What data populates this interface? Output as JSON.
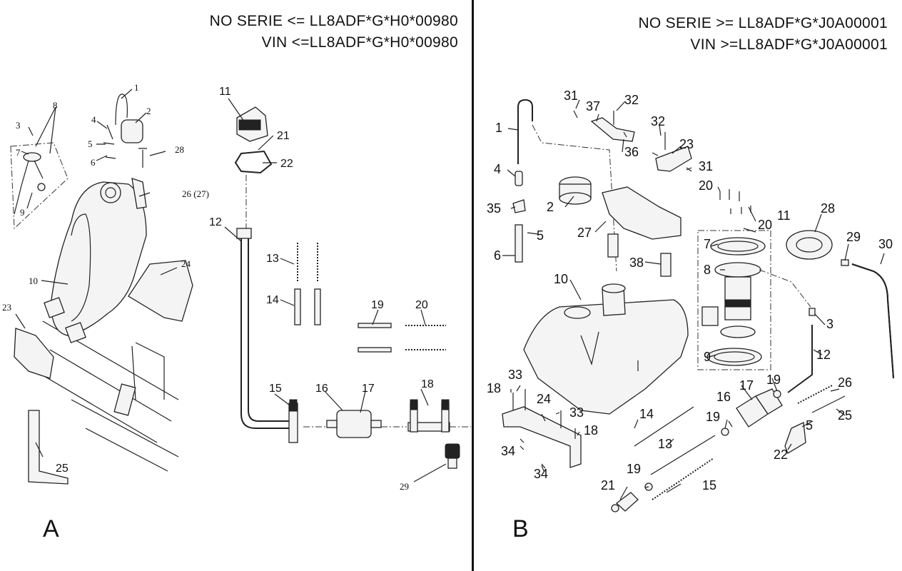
{
  "panel_a": {
    "header_line1": "NO SERIE <= LL8ADF*G*H0*00980",
    "header_line2": "VIN <=LL8ADF*G*H0*00980",
    "letter": "A",
    "callouts": [
      "1",
      "2",
      "3",
      "4",
      "5",
      "6",
      "7",
      "8",
      "9",
      "10",
      "23",
      "24",
      "25",
      "26 (27)",
      "28",
      "11",
      "21",
      "22",
      "12",
      "13",
      "14",
      "15",
      "16",
      "17",
      "18",
      "19",
      "20",
      "29"
    ]
  },
  "panel_b": {
    "header_line1": "NO SERIE >= LL8ADF*G*J0A00001",
    "header_line2": "VIN >=LL8ADF*G*J0A00001",
    "letter": "B",
    "callouts": [
      "1",
      "4",
      "35",
      "5",
      "6",
      "31",
      "37",
      "32",
      "36",
      "2",
      "27",
      "38",
      "32",
      "23",
      "31",
      "20",
      "20",
      "11",
      "28",
      "29",
      "30",
      "7",
      "8",
      "3",
      "10",
      "12",
      "9",
      "26",
      "25",
      "19",
      "17",
      "16",
      "19",
      "5",
      "22",
      "14",
      "13",
      "19",
      "15",
      "21",
      "33",
      "18",
      "24",
      "33",
      "18",
      "34",
      "34"
    ]
  }
}
